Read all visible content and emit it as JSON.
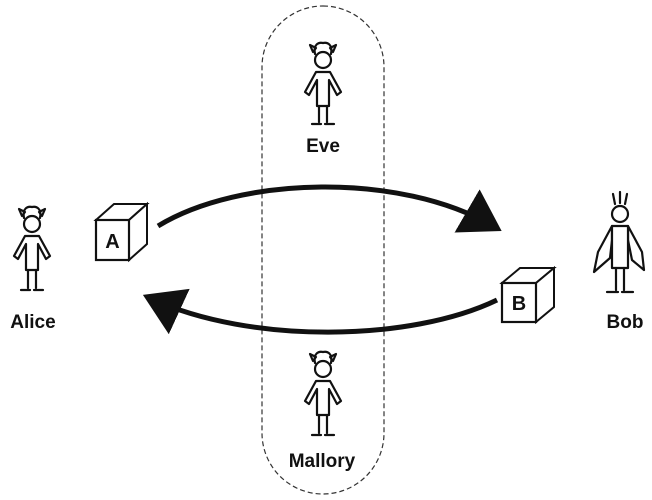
{
  "participants": {
    "alice": {
      "name": "Alice"
    },
    "bob": {
      "name": "Bob"
    },
    "eve": {
      "name": "Eve"
    },
    "mallory": {
      "name": "Mallory"
    }
  },
  "boxes": {
    "alice_box": {
      "letter": "A"
    },
    "bob_box": {
      "letter": "B"
    }
  },
  "colors": {
    "ink": "#111111",
    "box_face": "#ffffff",
    "enclosure": "#333333"
  },
  "icons": [
    "person-female-icon",
    "person-male-caped-icon",
    "cube-icon",
    "arrow-icon"
  ]
}
